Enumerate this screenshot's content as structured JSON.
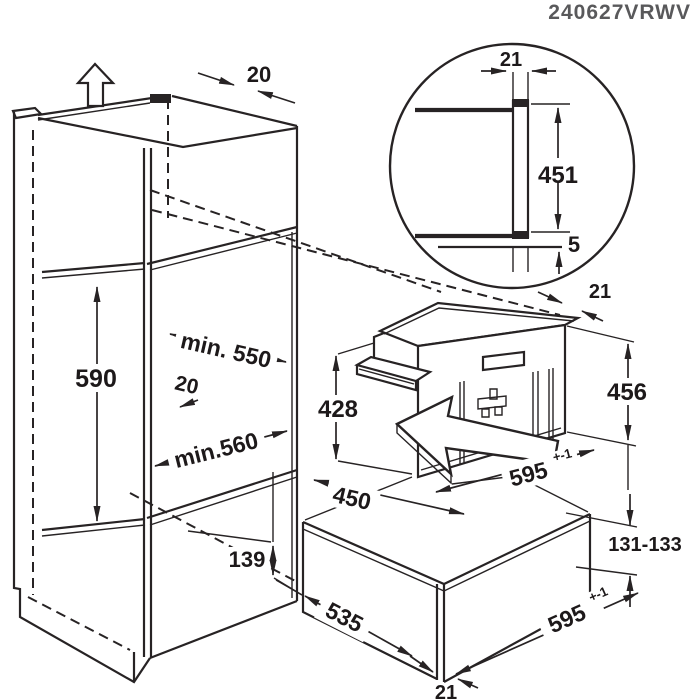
{
  "header": {
    "code": "240627VRWV"
  },
  "cabinet": {
    "top_gap": "20",
    "niche_height": "590",
    "niche_depth": "min. 550",
    "rear_gap": "20",
    "niche_width": "min.560",
    "plinth_height": "139"
  },
  "detail": {
    "trim_width": "21",
    "panel_height": "451",
    "overlap": "5"
  },
  "appliance": {
    "height": "428",
    "depth": "450",
    "front_height": "456",
    "top_trim": "21",
    "width": "595",
    "width_tol": "+-1"
  },
  "drawer": {
    "front_height": "131-133",
    "depth": "535",
    "width": "595",
    "width_tol": "+-1",
    "bottom_trim": "21"
  }
}
